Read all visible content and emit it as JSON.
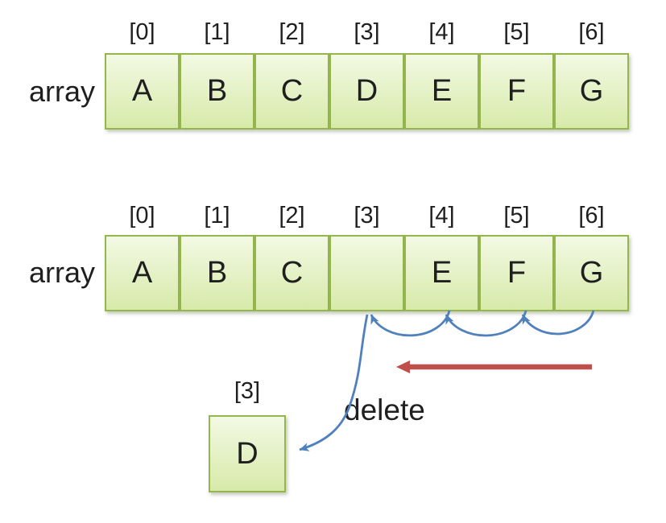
{
  "colors": {
    "cell_border": "#94b64d",
    "cell_fill_top": "#f3f9e4",
    "cell_fill_bottom": "#d7eaa9",
    "text": "#1f1f1f",
    "shift_arrow_blue": "#4f81bd",
    "direction_arrow_red": "#bf4f4b"
  },
  "array_before": {
    "name_label": "array",
    "cells": [
      {
        "index": "[0]",
        "value": "A"
      },
      {
        "index": "[1]",
        "value": "B"
      },
      {
        "index": "[2]",
        "value": "C"
      },
      {
        "index": "[3]",
        "value": "D"
      },
      {
        "index": "[4]",
        "value": "E"
      },
      {
        "index": "[5]",
        "value": "F"
      },
      {
        "index": "[6]",
        "value": "G"
      }
    ]
  },
  "array_after": {
    "name_label": "array",
    "cells": [
      {
        "index": "[0]",
        "value": "A"
      },
      {
        "index": "[1]",
        "value": "B"
      },
      {
        "index": "[2]",
        "value": "C"
      },
      {
        "index": "[3]",
        "value": ""
      },
      {
        "index": "[4]",
        "value": "E"
      },
      {
        "index": "[5]",
        "value": "F"
      },
      {
        "index": "[6]",
        "value": "G"
      }
    ]
  },
  "deleted_element": {
    "index": "[3]",
    "value": "D",
    "action_label": "delete"
  }
}
